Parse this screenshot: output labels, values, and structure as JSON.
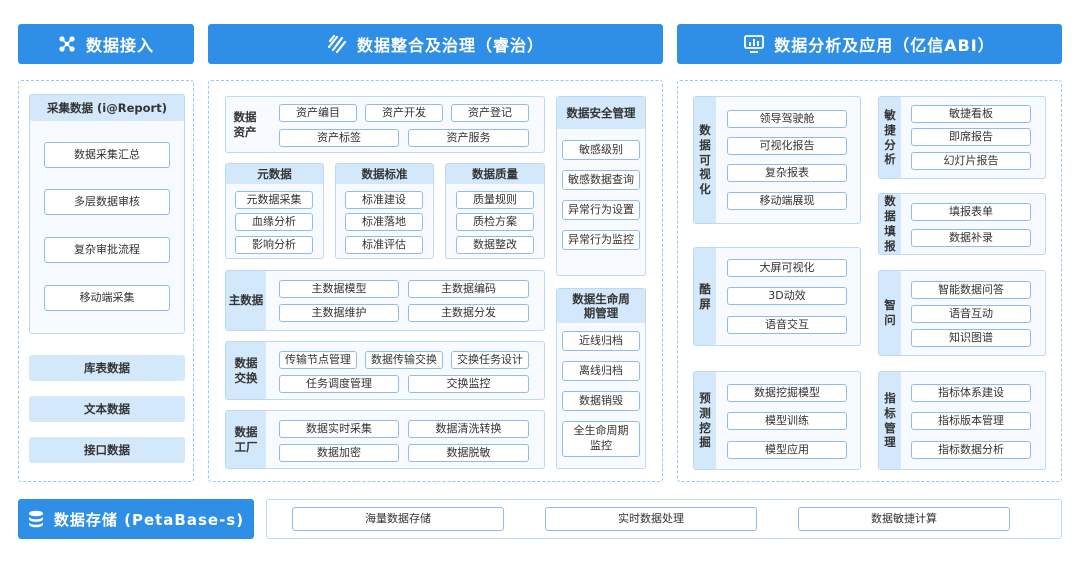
{
  "banners": {
    "access": "数据接入",
    "governance": "数据整合及治理（睿治）",
    "analysis": "数据分析及应用（亿信ABI）",
    "storage": "数据存储 (PetaBase-s)"
  },
  "access": {
    "collect_title": "采集数据 (i@Report)",
    "collect_items": [
      "数据采集汇总",
      "多层数据审核",
      "复杂审批流程",
      "移动端采集"
    ],
    "tiles": [
      "库表数据",
      "文本数据",
      "接口数据"
    ]
  },
  "gov": {
    "asset": {
      "label": "数据资产",
      "items": [
        "资产编目",
        "资产开发",
        "资产登记",
        "资产标签",
        "资产服务"
      ]
    },
    "meta": {
      "title": "元数据",
      "items": [
        "元数据采集",
        "血缘分析",
        "影响分析"
      ]
    },
    "standard": {
      "title": "数据标准",
      "items": [
        "标准建设",
        "标准落地",
        "标准评估"
      ]
    },
    "quality": {
      "title": "数据质量",
      "items": [
        "质量规则",
        "质检方案",
        "数据整改"
      ]
    },
    "master": {
      "label": "主数据",
      "items": [
        "主数据模型",
        "主数据编码",
        "主数据维护",
        "主数据分发"
      ]
    },
    "exchange": {
      "label": "数据交换",
      "items": [
        "传输节点管理",
        "数据传输交换",
        "交换任务设计",
        "任务调度管理",
        "交换监控"
      ]
    },
    "factory": {
      "label": "数据工厂",
      "items": [
        "数据实时采集",
        "数据清洗转换",
        "数据加密",
        "数据脱敏"
      ]
    },
    "security": {
      "title": "数据安全管理",
      "items": [
        "敏感级别",
        "敏感数据查询",
        "异常行为设置",
        "异常行为监控"
      ]
    },
    "lifecycle": {
      "title": "数据生命周期管理",
      "items": [
        "近线归档",
        "离线归档",
        "数据销毁",
        "全生命周期监控"
      ]
    }
  },
  "ana": {
    "visual": {
      "label": "数据可视化",
      "items": [
        "领导驾驶舱",
        "可视化报告",
        "复杂报表",
        "移动端展现"
      ]
    },
    "screen": {
      "label": "酷屏",
      "items": [
        "大屏可视化",
        "3D动效",
        "语音交互"
      ]
    },
    "mining": {
      "label": "预测挖掘",
      "items": [
        "数据挖掘模型",
        "模型训练",
        "模型应用"
      ]
    },
    "agile": {
      "label": "敏捷分析",
      "items": [
        "敏捷看板",
        "即席报告",
        "幻灯片报告"
      ]
    },
    "fill": {
      "label": "数据填报",
      "items": [
        "填报表单",
        "数据补录"
      ]
    },
    "ask": {
      "label": "智问",
      "items": [
        "智能数据问答",
        "语音互动",
        "知识图谱"
      ]
    },
    "indicator": {
      "label": "指标管理",
      "items": [
        "指标体系建设",
        "指标版本管理",
        "指标数据分析"
      ]
    }
  },
  "storage": {
    "items": [
      "海量数据存储",
      "实时数据处理",
      "数据敏捷计算"
    ]
  },
  "colors": {
    "accent": "#2f8fe6",
    "header_bg": "#d3e8fa",
    "border": "#bcd9f3"
  }
}
